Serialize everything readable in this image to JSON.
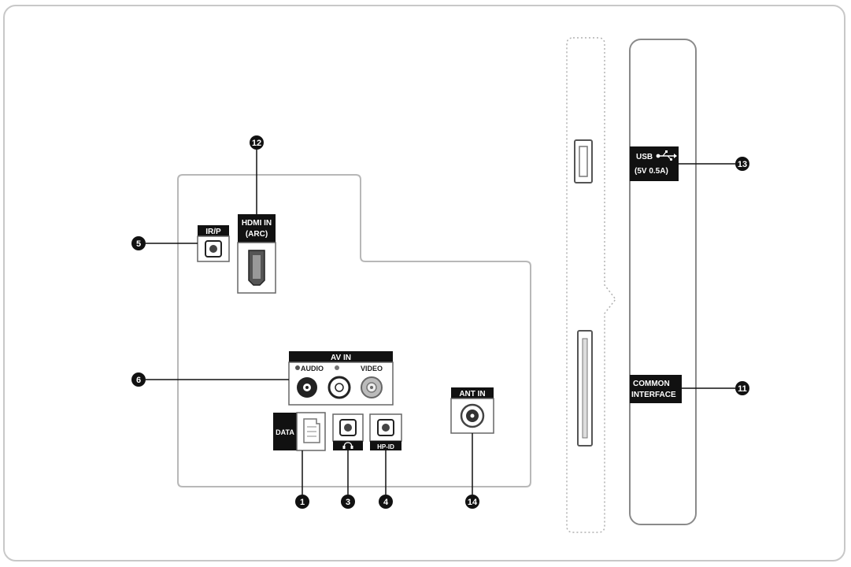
{
  "ports": {
    "ir_label": "IR/P",
    "hdmi_line1": "HDMI IN",
    "hdmi_line2": "(ARC)",
    "av_in": "AV IN",
    "audio": "AUDIO",
    "video": "VIDEO",
    "data": "DATA",
    "hp_id": "HP-ID",
    "ant_in": "ANT IN",
    "usb": "USB",
    "usb_rating": "(5V 0.5A)",
    "ci_line1": "COMMON",
    "ci_line2": "INTERFACE"
  },
  "callouts": {
    "n1": "1",
    "n3": "3",
    "n4": "4",
    "n5": "5",
    "n6": "6",
    "n11": "11",
    "n12": "12",
    "n13": "13",
    "n14": "14"
  },
  "icons": {
    "headphone": "headphone-icon",
    "usb_symbol": "usb-symbol-icon"
  },
  "colors": {
    "label_bg": "#111111",
    "outline": "#b0b0b0"
  }
}
